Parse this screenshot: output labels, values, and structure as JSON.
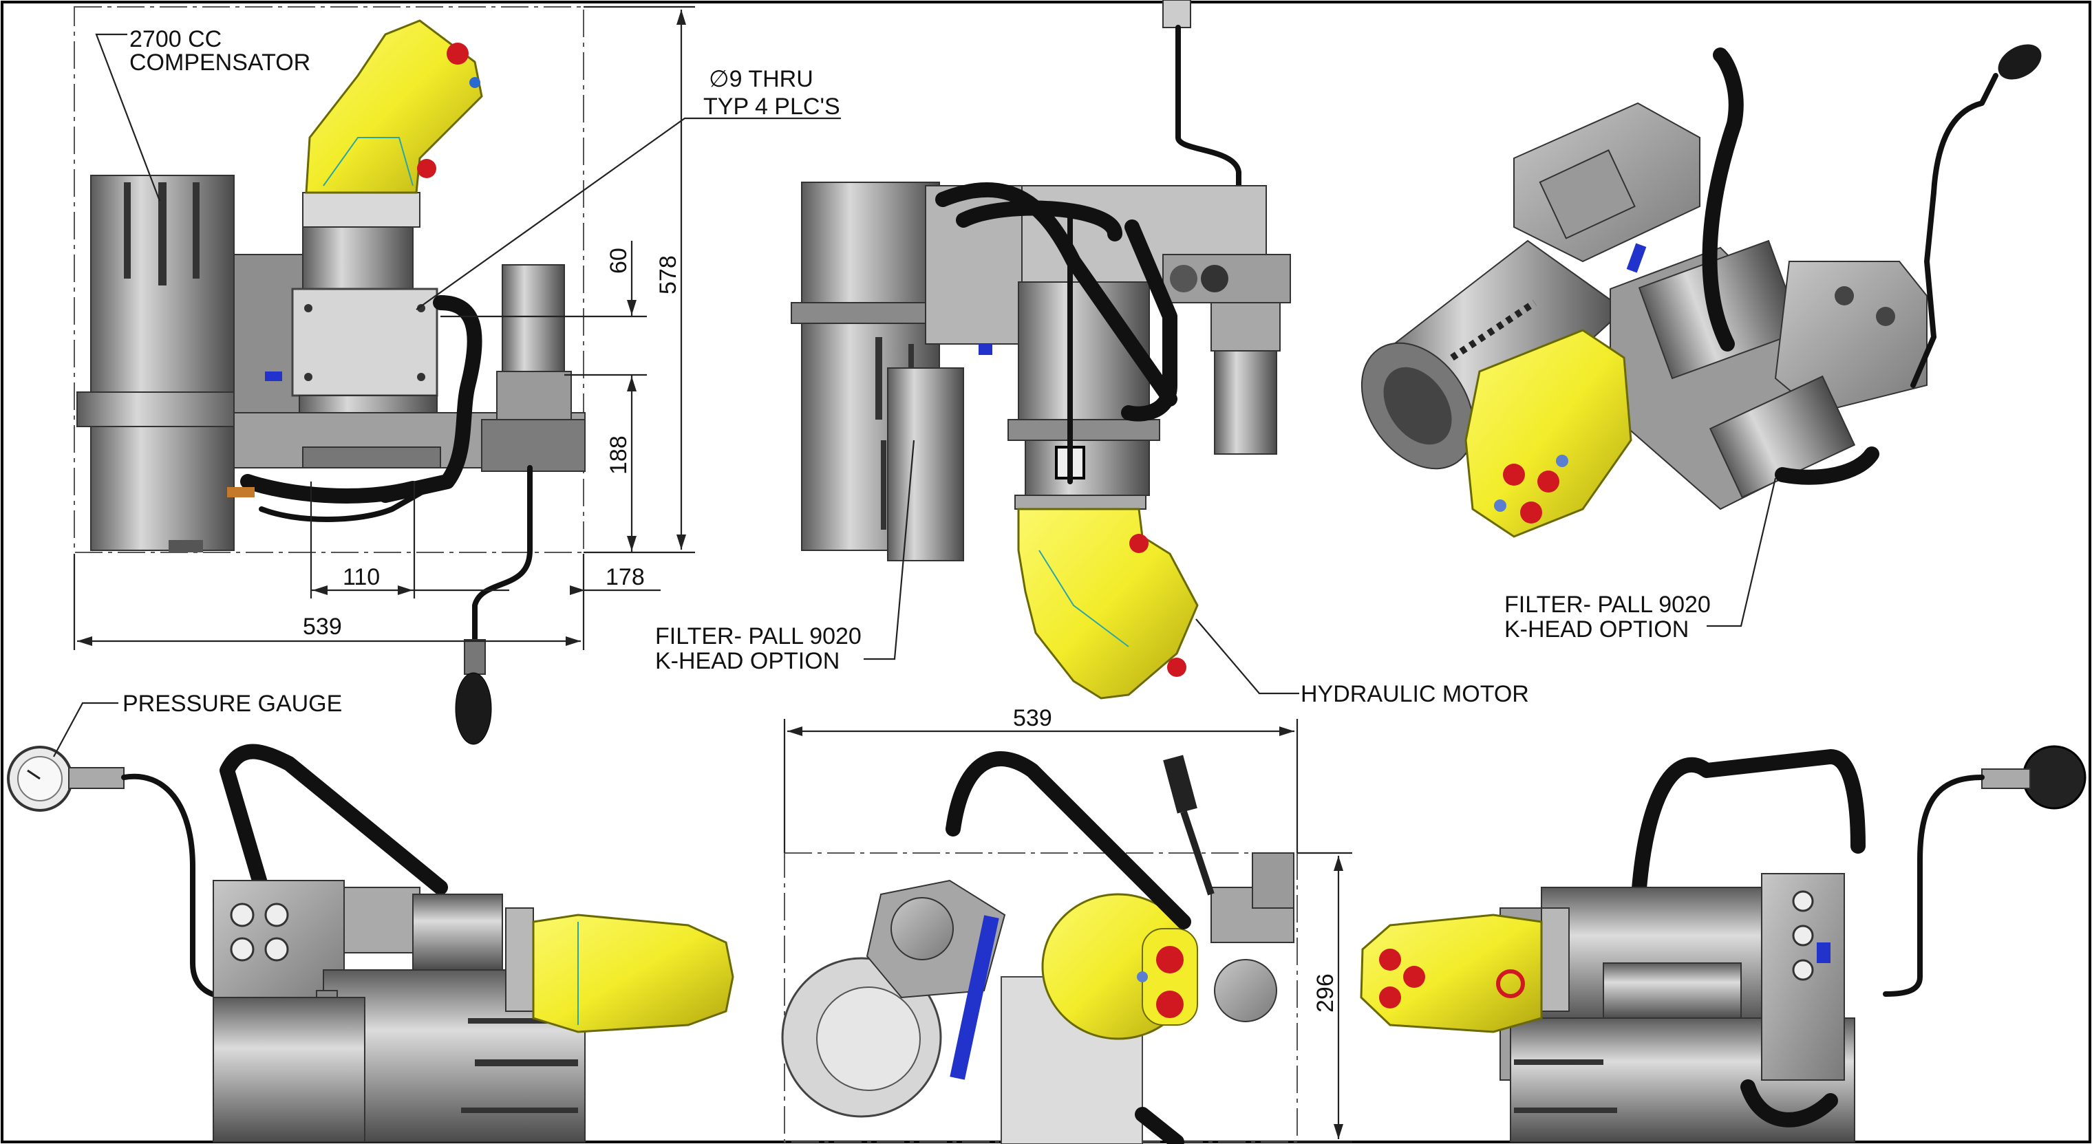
{
  "drawing": {
    "border_color": "#000000",
    "colors": {
      "motor_yellow": "#f2ec2a",
      "fitting_red": "#d01820",
      "steel_gray": "#a9a9a9",
      "hose_black": "#151515",
      "accent_blue": "#2233cc"
    }
  },
  "callouts": {
    "compensator_line1": "2700 CC",
    "compensator_line2": "COMPENSATOR",
    "thru_hole_line1": "∅9 THRU",
    "thru_hole_line2": "TYP 4 PLC'S",
    "filter_center_line1": "FILTER- PALL 9020",
    "filter_center_line2": "K-HEAD OPTION",
    "filter_right_line1": "FILTER- PALL 9020",
    "filter_right_line2": "K-HEAD OPTION",
    "hydraulic_motor": "HYDRAULIC MOTOR",
    "pressure_gauge": "PRESSURE GAUGE"
  },
  "dimensions": {
    "front_width": "539",
    "front_height": "578",
    "motor_offset_v": "60",
    "lower_height": "188",
    "horiz_offset_110": "110",
    "horiz_offset_178": "178",
    "bottom_width": "539",
    "bottom_height": "296"
  }
}
